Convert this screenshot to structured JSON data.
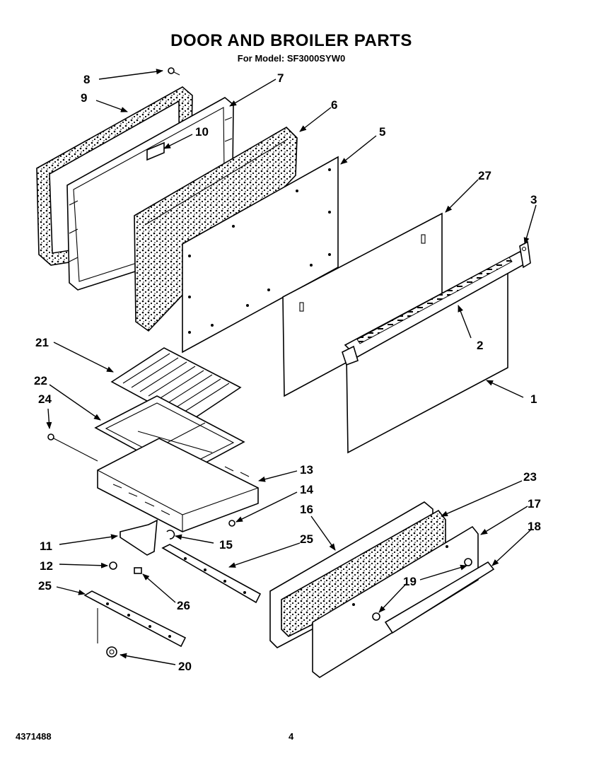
{
  "header": {
    "title": "DOOR AND BROILER PARTS",
    "subtitle": "For Model: SF3000SYW0"
  },
  "footer": {
    "doc_number": "4371488",
    "page_number": "4"
  },
  "callouts": {
    "c1": "1",
    "c2": "2",
    "c3": "3",
    "c5": "5",
    "c6": "6",
    "c7": "7",
    "c8": "8",
    "c9": "9",
    "c10": "10",
    "c11": "11",
    "c12": "12",
    "c13": "13",
    "c14": "14",
    "c15": "15",
    "c16": "16",
    "c17": "17",
    "c18": "18",
    "c19": "19",
    "c20": "20",
    "c21": "21",
    "c22": "22",
    "c23": "23",
    "c24": "24",
    "c25a": "25",
    "c25b": "25",
    "c26": "26",
    "c27": "27"
  }
}
